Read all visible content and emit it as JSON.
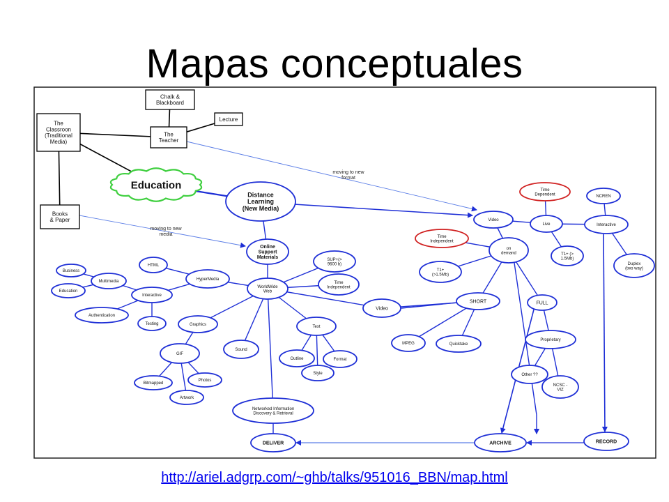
{
  "slide": {
    "title": "Mapas conceptuales",
    "source_url": "http://ariel.adgrp.com/~ghb/talks/951016_BBN/map.html"
  },
  "diagram": {
    "nodes": {
      "chalk": "Chalk &\nBlackboard",
      "classroom": "The\nClassroon\n(Traditional\nMedia)",
      "teacher": "The\nTeacher",
      "lecture": "Lecture",
      "books": "Books\n& Paper",
      "education": "Education",
      "distance": "Distance\nLearning\n(New Media)",
      "online": "Online\nSupport\nMaterials",
      "www": "WorldWide\nWeb",
      "hypermedia": "HyperMedia",
      "html": "HTML",
      "interactive_l": "Interactive",
      "multimedia": "Multimedia",
      "business": "Business",
      "education_s": "Education",
      "authentication": "Authentication",
      "testing": "Testing",
      "graphics": "Graphics",
      "gif": "GIF",
      "bitmapped": "Bitmapped",
      "photos": "Photos",
      "artwork": "Artwork",
      "sound": "Sound",
      "text": "Text",
      "outline": "Outline",
      "format": "Format",
      "style": "Style",
      "sup": "SUP+(>\n9600 b)",
      "time_indep_s": "Time\nIndependent",
      "video_s": "Video",
      "networked": "Networked Information\nDiscovery & Retrieval",
      "deliver": "DELIVER",
      "video": "Video",
      "live": "Live",
      "interactive_r": "Interactive",
      "ncren": "NCREN",
      "time_dep": "Time\nDependent",
      "time_indep": "Time\nIndependent",
      "on_demand": "on\ndemand",
      "t1": "T1+\n(>1.5Mb)",
      "t1_live": "T1+ (>\n1.5Mb)",
      "duplex": "Duplex\n(two way)",
      "short": "SHORT",
      "full": "FULL",
      "mpeg": "MPEG",
      "quicktake": "Quicktake",
      "proprietary": "Proprietary",
      "other": "Other ??",
      "ncsc": "NCSC -\nVIZ",
      "archive": "ARCHIVE",
      "record": "RECORD"
    },
    "edge_labels": {
      "format": "moving to new\nformat",
      "media": "moving to new\nmedia"
    },
    "colors": {
      "frame": "#000000",
      "node_stroke": "#1e2fd6",
      "red_stroke": "#d02020",
      "cloud_stroke": "#3fcf3f",
      "thin_link": "#5a7de6",
      "arrow": "#1e2fd6"
    }
  }
}
